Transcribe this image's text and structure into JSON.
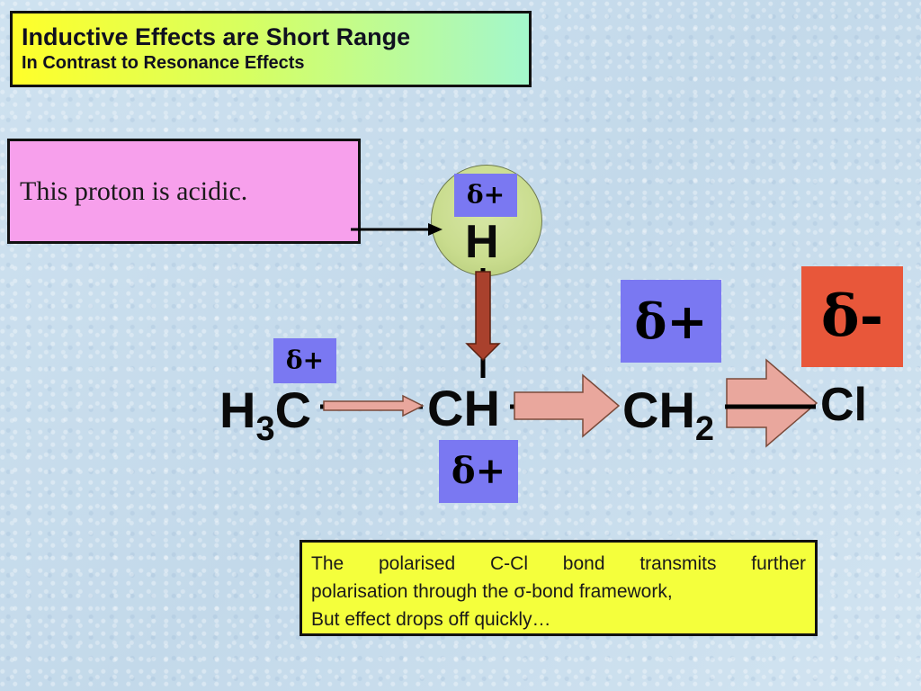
{
  "title": "Inductive Effects are Short Range",
  "subtitle": "In Contrast to Resonance Effects",
  "callout": "This proton is acidic.",
  "charges": {
    "h": "δ+",
    "ch": "δ+",
    "ch2": "δ+",
    "ch3": "δ+",
    "cl": "δ-"
  },
  "atoms": {
    "h": "H",
    "h3c_prefix": "H",
    "h3c_sub": "3",
    "h3c_suffix": "C",
    "ch": "CH",
    "ch2_prefix": "CH",
    "ch2_sub": "2",
    "cl": "Cl"
  },
  "note": {
    "line1": "The polarised C-Cl bond transmits further",
    "line2": "polarisation through the σ-bond framework,",
    "line3": "But effect drops off quickly…"
  },
  "colors": {
    "delta_plus_bg": "#7a78f2",
    "delta_minus_bg": "#e8573a",
    "arrow_fill": "#e9a79d",
    "acid_box_bg": "#f7a0ec",
    "note_box_bg": "#f4ff3c"
  }
}
